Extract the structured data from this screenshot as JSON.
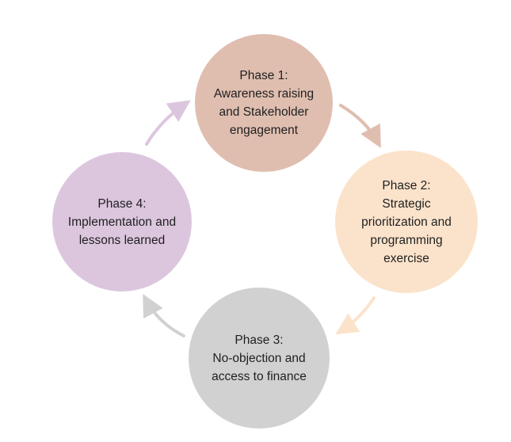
{
  "diagram": {
    "phases": [
      {
        "lines": [
          "Phase 1:",
          "Awareness raising",
          "and Stakeholder",
          "engagement"
        ],
        "color": "#dfbeb0"
      },
      {
        "lines": [
          "Phase 2:",
          "Strategic",
          "prioritization and",
          "programming",
          "exercise"
        ],
        "color": "#fbe3cb"
      },
      {
        "lines": [
          "Phase 3:",
          "No-objection and",
          "access to finance"
        ],
        "color": "#d1d1d1"
      },
      {
        "lines": [
          "Phase 4:",
          "Implementation and",
          "lessons learned"
        ],
        "color": "#dcc6de"
      }
    ],
    "arrow_colors": [
      "#dfbeb0",
      "#fbe3cb",
      "#d1d1d1",
      "#dcc6de"
    ]
  }
}
